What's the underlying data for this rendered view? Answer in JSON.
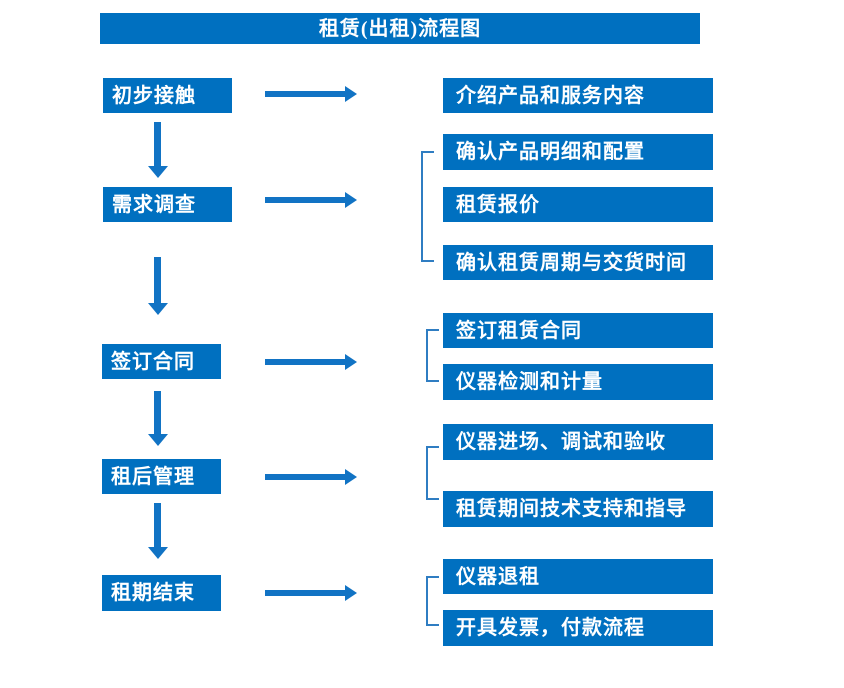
{
  "title": "租赁(出租)流程图",
  "colors": {
    "box": "#0070c0",
    "arrow": "#1173c4",
    "bracket": "#2f7dc2",
    "text": "#ffffff",
    "bg": "#ffffff"
  },
  "steps": [
    {
      "label": "初步接触",
      "details": [
        "介绍产品和服务内容"
      ]
    },
    {
      "label": "需求调查",
      "details": [
        "确认产品明细和配置",
        "租赁报价",
        "确认租赁周期与交货时间"
      ]
    },
    {
      "label": "签订合同",
      "details": [
        "签订租赁合同",
        "仪器检测和计量"
      ]
    },
    {
      "label": "租后管理",
      "details": [
        "仪器进场、调试和验收",
        "租赁期间技术支持和指导"
      ]
    },
    {
      "label": "租期结束",
      "details": [
        "仪器退租",
        "开具发票，付款流程"
      ]
    }
  ]
}
